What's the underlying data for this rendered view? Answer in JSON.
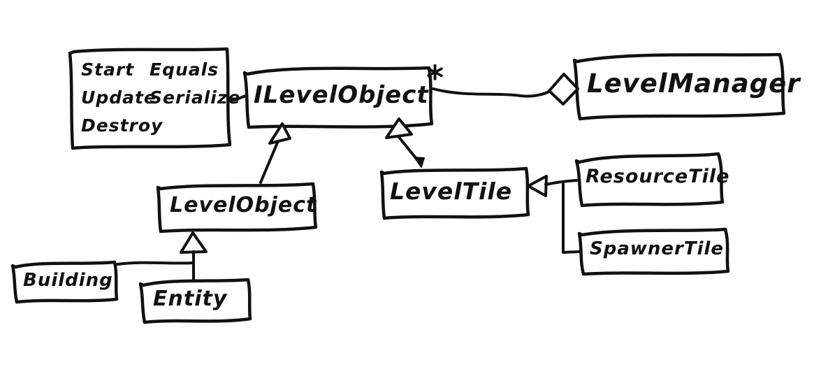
{
  "diagram": {
    "kind": "hand-drawn UML class diagram",
    "nodes": {
      "interface_methods": {
        "left_column": [
          "Start",
          "Update",
          "Destroy"
        ],
        "right_column": [
          "Equals",
          "Serialize"
        ]
      },
      "ilevel_object": {
        "label": "ILevelObject"
      },
      "level_manager": {
        "label": "LevelManager"
      },
      "level_object": {
        "label": "LevelObject"
      },
      "level_tile": {
        "label": "LevelTile"
      },
      "resource_tile": {
        "label": "ResourceTile"
      },
      "spawner_tile": {
        "label": "SpawnerTile"
      },
      "building": {
        "label": "Building"
      },
      "entity": {
        "label": "Entity"
      }
    },
    "edges": {
      "multiplicity": "*",
      "relationships": [
        {
          "from": "ILevelObject",
          "to": "LevelManager",
          "type": "aggregation",
          "multiplicity": "*"
        },
        {
          "from": "LevelObject",
          "to": "ILevelObject",
          "type": "inheritance"
        },
        {
          "from": "LevelTile",
          "to": "ILevelObject",
          "type": "inheritance"
        },
        {
          "from": "ResourceTile",
          "to": "LevelTile",
          "type": "inheritance"
        },
        {
          "from": "SpawnerTile",
          "to": "LevelTile",
          "type": "inheritance"
        },
        {
          "from": "Building",
          "to": "LevelObject",
          "type": "inheritance"
        },
        {
          "from": "Entity",
          "to": "LevelObject",
          "type": "inheritance"
        },
        {
          "from": "methods-note",
          "to": "ILevelObject",
          "type": "attachment"
        }
      ]
    },
    "colors": {
      "ink": "#111111",
      "background": "#ffffff"
    }
  }
}
